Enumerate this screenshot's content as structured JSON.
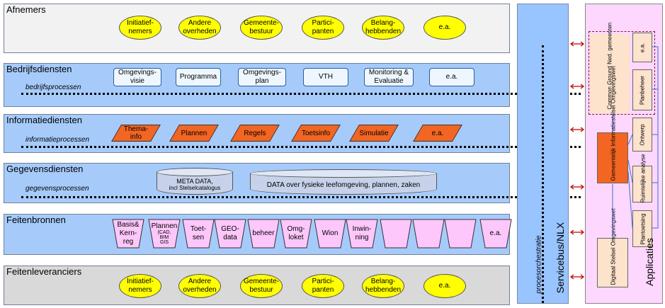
{
  "layers": {
    "afnemers": {
      "title": "Afnemers",
      "items": [
        "Initiatief-\nnemers",
        "Andere\noverheden",
        "Gemeente-\nbestuur",
        "Partici-\npanten",
        "Belang-\nhebbenden",
        "e.a."
      ]
    },
    "bedrijfsdiensten": {
      "title": "Bedrijfsdiensten",
      "process": "bedrijfsprocessen",
      "items": [
        "Omgevings-\nvisie",
        "Programma",
        "Omgevings-\nplan",
        "VTH",
        "Monitoring &\nEvaluatie",
        "e.a."
      ]
    },
    "informatiediensten": {
      "title": "Informatiediensten",
      "process": "informatieprocessen",
      "items": [
        "Thema-\ninfo",
        "Plannen",
        "Regels",
        "Toetsinfo",
        "Simulatie",
        "e.a."
      ]
    },
    "gegevensdiensten": {
      "title": "Gegevensdiensten",
      "process": "gegevensprocessen",
      "meta": "META DATA,",
      "meta_sub": "incl Stelselcatalogus",
      "data": "DATA  over fysieke leefomgeving, plannen, zaken"
    },
    "feitenbronnen": {
      "title": "Feitenbronnen",
      "items": [
        "Basis&\nKern-\nreg",
        "Plannen",
        "Toet-\nsen",
        "GEO-\ndata",
        "beheer",
        "Omg-\nloket",
        "Wion",
        "Inwin-\nning",
        "",
        "",
        "",
        "e.a."
      ],
      "plannen_sub": "(CAD,\nBIM\nGIS"
    },
    "feitenleveranciers": {
      "title": "Feitenleveranciers",
      "items": [
        "Initiatief-\nnemers",
        "Andere\noverheden",
        "Gemeente-\nbestuur",
        "Partici-\npanten",
        "Belang-\nhebbenden",
        "e.a."
      ]
    }
  },
  "bus": {
    "title": "Servicebus/NLX",
    "process": "procesorchestratie"
  },
  "apps": {
    "title": "Applicaties",
    "common_ground": "Common Ground\nNed. gemeenten",
    "ea": "e.a.",
    "planbeheer": "Planbeheer",
    "ontwerp": "Ontwerp",
    "ruimtelijke": "Ruimtelijke\nanalyse",
    "plantoetsing": "Plantoetsing",
    "gio": "Gemeentelijk\nInformatiestelsel\nOmgevingswet",
    "dso": "Digitaal Stelsel\nOmgevingswet"
  },
  "colors": {
    "bus": "#98c4ff",
    "apps": "#fdd7fe",
    "oval": "#ffff00",
    "info": "#f26522",
    "layer_blue": "#a6cbfa",
    "arrow": "#c00000"
  }
}
